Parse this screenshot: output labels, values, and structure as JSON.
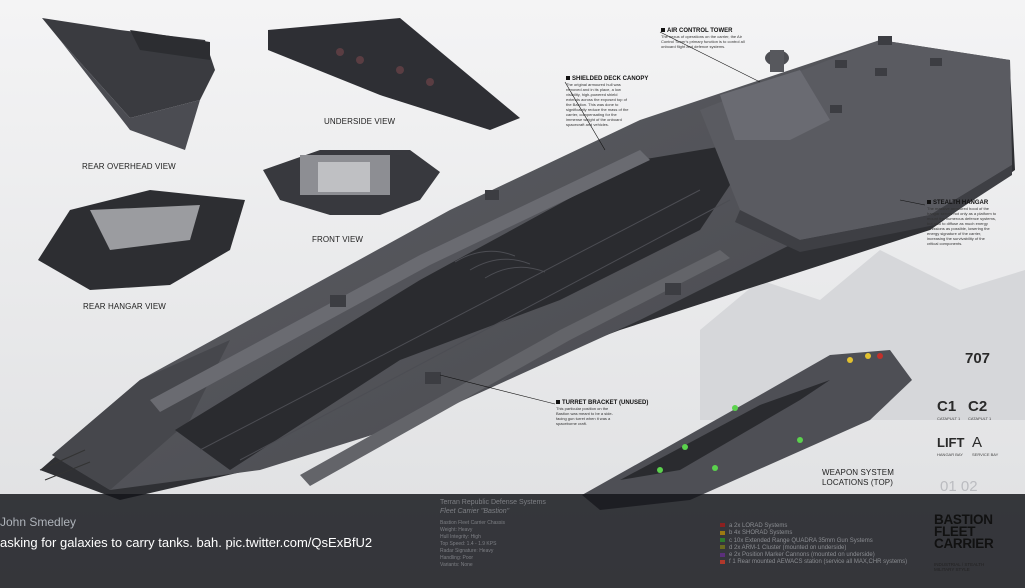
{
  "views": {
    "rear_overhead": "REAR OVERHEAD VIEW",
    "underside": "UNDERSIDE VIEW",
    "front": "FRONT VIEW",
    "rear_hangar": "REAR HANGAR VIEW",
    "weapon_locations": "WEAPON SYSTEM\nLOCATIONS (TOP)"
  },
  "callouts": {
    "air_control": {
      "title": "AIR CONTROL TOWER",
      "body": "The nexus of operations on the carrier, the Air Control Tower's primary function is to control all onboard flight and defence systems."
    },
    "shielded_canopy": {
      "title": "SHIELDED DECK CANOPY",
      "body": "The original armoured hull was removed and in its place, a low visibility, high-powered shield extends across the exposed top of the Bastion. This was done to significantly reduce the mass of the carrier, compensating for the immense weight of the onboard spacecraft and vehicles."
    },
    "stealth_hangar": {
      "title": "STEALTH HANGAR",
      "body": "The massive armoured hood of the hangar serves not only as a platform to mount the numerous defence systems, but also to diffuse as much energy emissions as possible, lowering the energy signature of the carrier, increasing the survivability of the critical components."
    },
    "turret_bracket": {
      "title": "TURRET BRACKET (UNUSED)",
      "body": "This particular position on the Bastion was meant to be a side-facing gun turret when it was a spaceborne craft."
    }
  },
  "specs": {
    "hull_number": "707",
    "catapult_1": "C1",
    "catapult_1_sub": "CATAPULT 1",
    "catapult_2": "C2",
    "catapult_2_sub": "CATAPULT 1",
    "lift": "LIFT",
    "lift_sub": "HANGAR BAY",
    "service": "A",
    "service_sub": "SERVICE BAY",
    "deck": "01 02"
  },
  "sheet_info": {
    "line1": "Terran Republic Defense Systems",
    "line2": "Fleet Carrier \"Bastion\"",
    "rows": [
      "Bastion Fleet Carrier Chassis",
      "Weight: Heavy",
      "Hull Integrity: High",
      "Top Speed: 1.4 - 1.9 KPS",
      "Radar Signature: Heavy",
      "Handling: Poor",
      "Variants: None"
    ]
  },
  "weapons_legend": [
    {
      "text": "a 2x LORAD Systems",
      "color": "#8b2020"
    },
    {
      "text": "b 4x SHORAD Systems",
      "color": "#9c7a12"
    },
    {
      "text": "c 10x Extended Range QUADRA 35mm Gun Systems",
      "color": "#2e7b2e"
    },
    {
      "text": "d 2x ARM-1 Cluster (mounted on underside)",
      "color": "#6a6a20"
    },
    {
      "text": "e 2x Position Marker Cannons (mounted on underside)",
      "color": "#5b2f7a"
    },
    {
      "text": "f 1 Rear mounted AEWACS station (service all MAX,CHR systems)",
      "color": "#b0382b"
    }
  ],
  "brand": {
    "title": "BASTION\nFLEET\nCARRIER",
    "subtitle": "INDUSTRIAL / STEALTH\nMILITARY STYLE"
  },
  "tweet": {
    "user": "John Smedley",
    "text": "asking for galaxies to carry tanks. bah. pic.twitter.com/QsExBfU2"
  },
  "colors": {
    "hull": "#55565c",
    "hull_dark": "#3b3c41",
    "deck": "#2b2c30",
    "background": "#e9e9ea",
    "overlay": "#14161a"
  }
}
